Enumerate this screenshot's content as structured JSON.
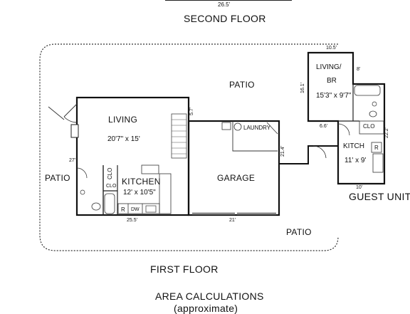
{
  "headings": {
    "top_dim": "26.5'",
    "second_floor": "SECOND FLOOR",
    "first_floor": "FIRST FLOOR",
    "area_calc": "AREA CALCULATIONS",
    "area_calc_sub": "(approximate)"
  },
  "rooms": {
    "living": {
      "name": "LIVING",
      "size": "20'7\" x 15'"
    },
    "kitchen": {
      "name": "KITCHEN",
      "size": "12' x 10'5\""
    },
    "garage": {
      "name": "GARAGE"
    },
    "laundry": {
      "name": "LAUNDRY"
    },
    "guest_living": {
      "name_line1": "LIVING/",
      "name_line2": "BR",
      "size": "15'3\" x 9'7\""
    },
    "guest_kitchen": {
      "name": "KITCH",
      "size": "11' x 9'"
    }
  },
  "areas": {
    "patio_top": "PATIO",
    "patio_left": "PATIO",
    "patio_bottom": "PATIO",
    "guest_unit": "GUEST UNIT"
  },
  "fixtures": {
    "clo_kitchen": "CLO",
    "clo_bath": "CLO",
    "refrigerator": "R",
    "dishwasher": "DW",
    "clo_guest": "CLO",
    "refrigerator_guest": "R"
  },
  "dimensions": {
    "first_floor_width": "25.5'",
    "first_floor_depth": "27'",
    "stair_width": "5.7'",
    "garage_width": "21'",
    "garage_depth": "21.4'",
    "guest_top": "10.5'",
    "guest_left": "16.1'",
    "guest_notch_top": "8'",
    "guest_notch_mid": "6.6'",
    "guest_right": "22.2'",
    "guest_bottom": "10'"
  }
}
